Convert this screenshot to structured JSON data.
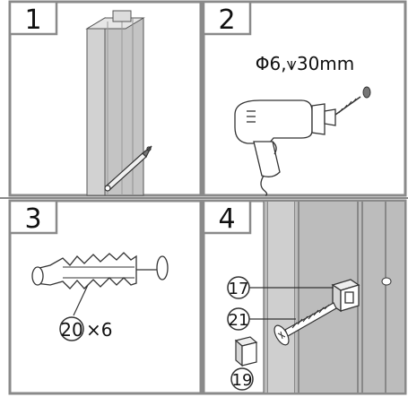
{
  "panels": [
    {
      "number": "1"
    },
    {
      "number": "2",
      "spec": "Φ6,⩛30mm"
    },
    {
      "number": "3",
      "callout": {
        "part": "20",
        "quantity": "×6"
      }
    },
    {
      "number": "4",
      "callouts": [
        "17",
        "21",
        "19"
      ]
    }
  ],
  "colors": {
    "frame": "#8a8a8a",
    "profile_fill": "#c9c9c9",
    "profile_dark": "#a9a9a9",
    "wall_fill": "#bdbdbd",
    "line": "#333333"
  }
}
